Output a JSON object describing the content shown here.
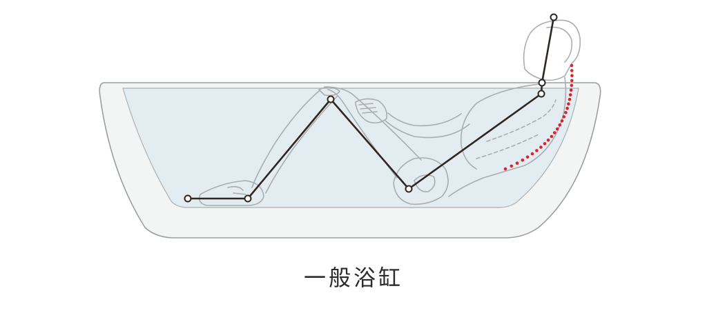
{
  "caption": "一般浴缸",
  "colors": {
    "tub_fill": "#f3f4f4",
    "tub_stroke": "#9a9ea0",
    "water_fill": "#e3ecf0",
    "figure_stroke": "#a7adb0",
    "skeleton_line": "#2e2622",
    "joint_fill": "#ffffff",
    "support_dots": "#d8232a"
  },
  "icons": [
    "bathtub-outline",
    "reclining-body-outline",
    "skeleton-line",
    "joint-marker",
    "support-curve"
  ]
}
